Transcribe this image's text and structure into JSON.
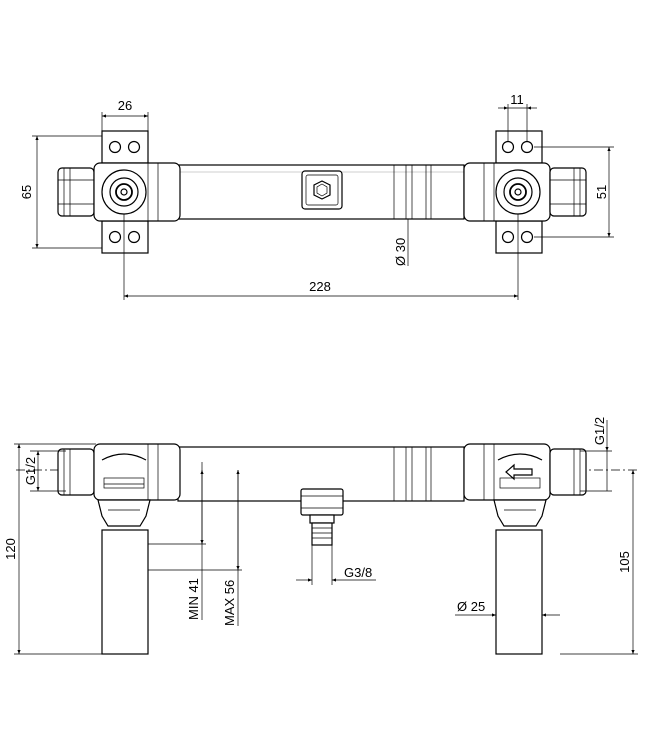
{
  "top_view": {
    "dims": {
      "flange_width": "26",
      "hole_offset": "11",
      "flange_height": "65",
      "hole_spacing": "51",
      "body_diameter": "Ø 30",
      "center_distance": "228"
    }
  },
  "side_view": {
    "dims": {
      "thread_left": "G1/2",
      "thread_right": "G1/2",
      "overall_height": "120",
      "outlet_min": "MIN 41",
      "outlet_max": "MAX 56",
      "outlet_thread": "G3/8",
      "leg_diameter": "Ø 25",
      "leg_height": "105"
    },
    "flow_arrow": "arrow-left-icon"
  }
}
